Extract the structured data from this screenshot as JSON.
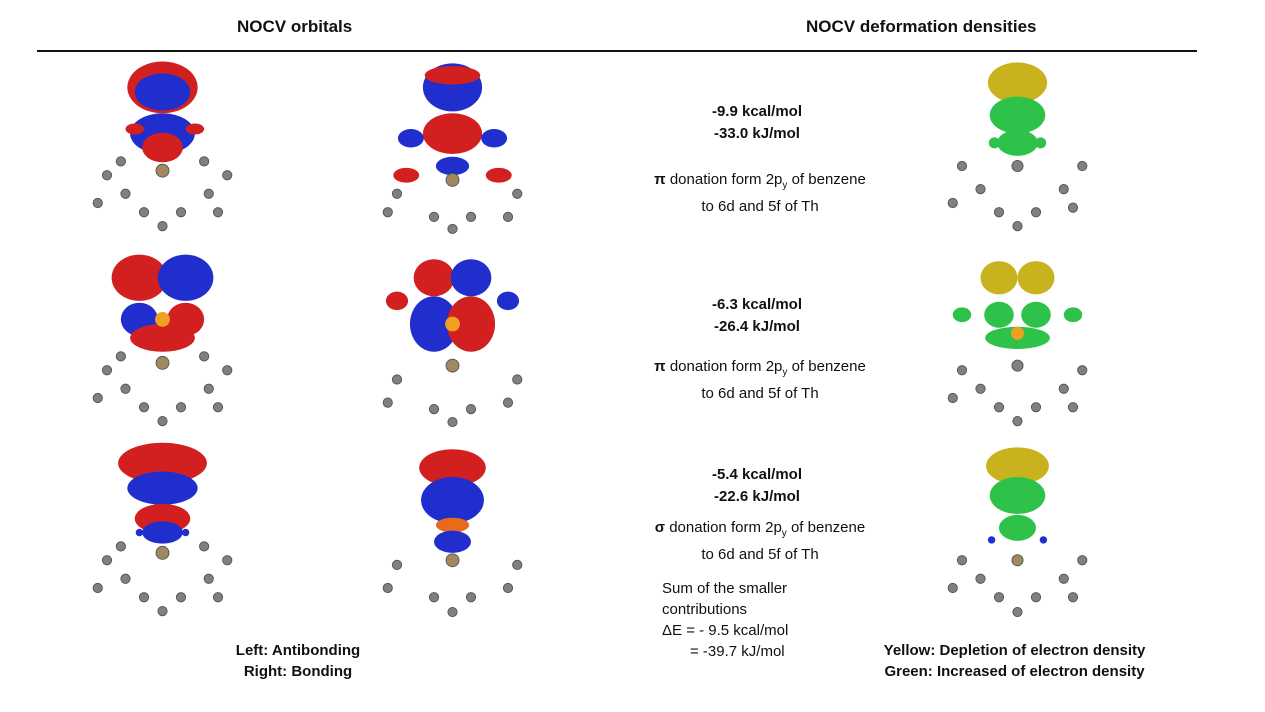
{
  "headers": {
    "left": "NOCV orbitals",
    "right": "NOCV deformation densities"
  },
  "rows": [
    {
      "energy_kcal": "-9.9 kcal/mol",
      "energy_kj": "-33.0 kJ/mol",
      "symbol": "π",
      "description": "donation form 2p",
      "subscript": "y",
      "description_tail": "of benzene",
      "target": "to 6d and 5f of Th"
    },
    {
      "energy_kcal": "-6.3 kcal/mol",
      "energy_kj": "-26.4 kJ/mol",
      "symbol": "π",
      "description": "donation form 2p",
      "subscript": "y",
      "description_tail": "of benzene",
      "target": "to 6d and 5f of Th"
    },
    {
      "energy_kcal": "-5.4 kcal/mol",
      "energy_kj": "-22.6 kJ/mol",
      "symbol": "σ",
      "description": "donation form 2p",
      "subscript": "y",
      "description_tail": "of benzene",
      "target": "to 6d and 5f of Th"
    }
  ],
  "sum": {
    "line1": "Sum of the smaller",
    "line2": "contributions",
    "line3": "ΔE = - 9.5 kcal/mol",
    "line4": "= -39.7 kJ/mol"
  },
  "legend_left": {
    "line1": "Left: Antibonding",
    "line2": "Right: Bonding"
  },
  "legend_right": {
    "line1": "Yellow: Depletion of electron density",
    "line2": "Green: Increased of electron density"
  },
  "colors": {
    "positive_lobe": "#d21f1f",
    "negative_lobe": "#1f2ecc",
    "depletion": "#c8b21e",
    "increase": "#2fc24a",
    "atom": "#808080"
  }
}
